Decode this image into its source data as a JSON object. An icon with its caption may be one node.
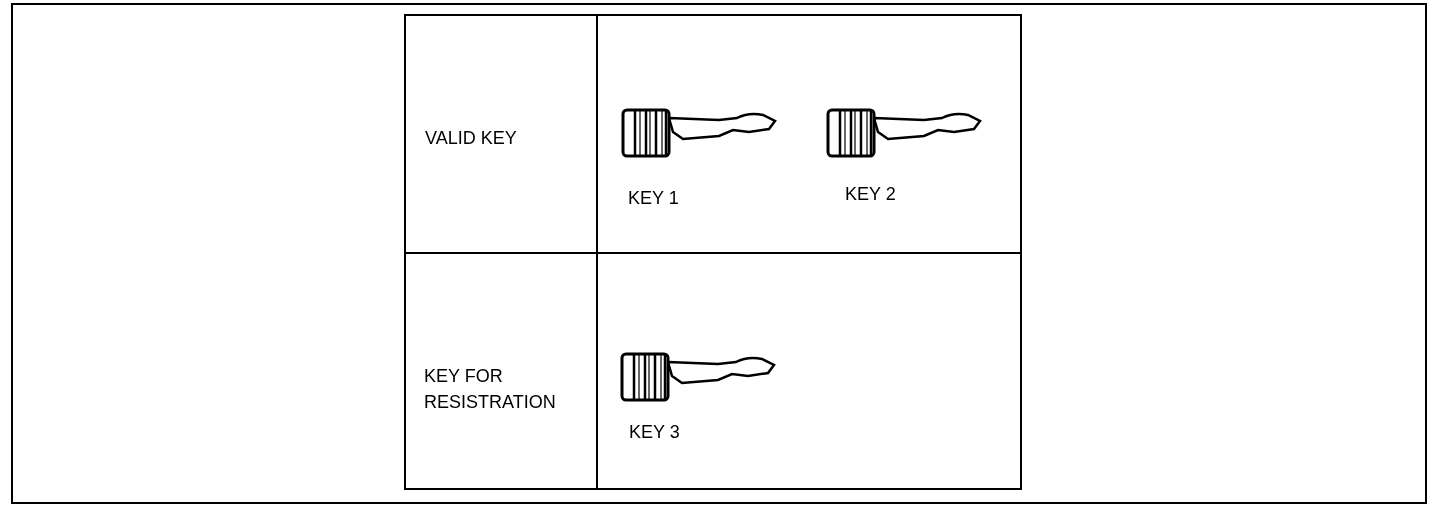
{
  "diagram": {
    "labels": [
      "VALID KEY",
      "KEY 1",
      "KEY 2",
      "KEY FOR RESISTRATION",
      "KEY 3"
    ]
  }
}
